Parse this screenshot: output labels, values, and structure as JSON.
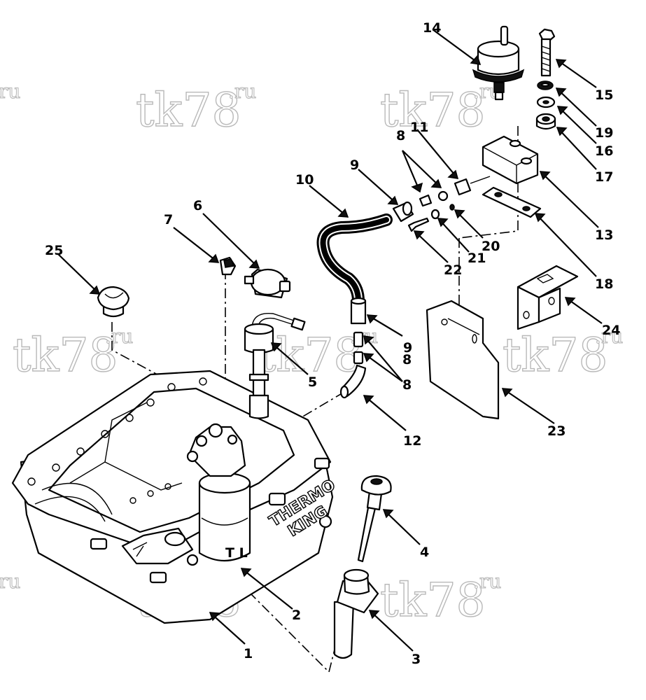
{
  "watermark": {
    "main": "tk78",
    "suffix": ".ru",
    "edge_suffix": "ru"
  },
  "brand_casting": {
    "line1": "THERMO",
    "line2": "KING"
  },
  "callouts": [
    "1",
    "2",
    "3",
    "4",
    "5",
    "6",
    "7",
    "8",
    "8",
    "8",
    "9",
    "9",
    "10",
    "11",
    "12",
    "13",
    "14",
    "15",
    "16",
    "17",
    "18",
    "19",
    "20",
    "21",
    "22",
    "23",
    "24",
    "25"
  ],
  "colors": {
    "ink": "#000000",
    "paper": "#ffffff",
    "watermark_outline": "#b9b9b9"
  }
}
